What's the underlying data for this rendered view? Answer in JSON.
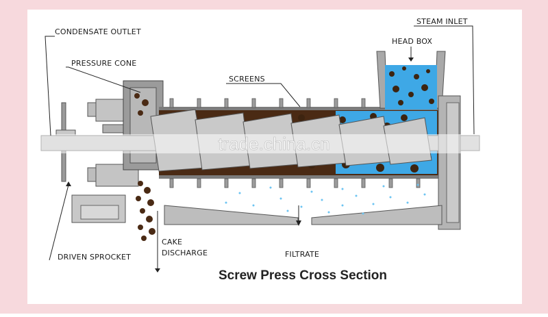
{
  "diagram": {
    "title": "Screw Press Cross Section",
    "watermark": "trade.china.cn",
    "labels": {
      "condensate_outlet": "CONDENSATE OUTLET",
      "pressure_cone": "PRESSURE CONE",
      "screens": "SCREENS",
      "head_box": "HEAD BOX",
      "steam_inlet": "STEAM INLET",
      "driven_sprocket": "DRIVEN SPROCKET",
      "cake_discharge_line1": "CAKE",
      "cake_discharge_line2": "DISCHARGE",
      "filtrate": "FILTRATE"
    }
  },
  "colors": {
    "frame_border": "#f7d9dd",
    "body_grey": "#b8b8b8",
    "dark_grey": "#8c8c8c",
    "cake_brown": "#5a3418",
    "water_blue": "#39a7e6",
    "drop_blue": "#6cc4f2"
  }
}
